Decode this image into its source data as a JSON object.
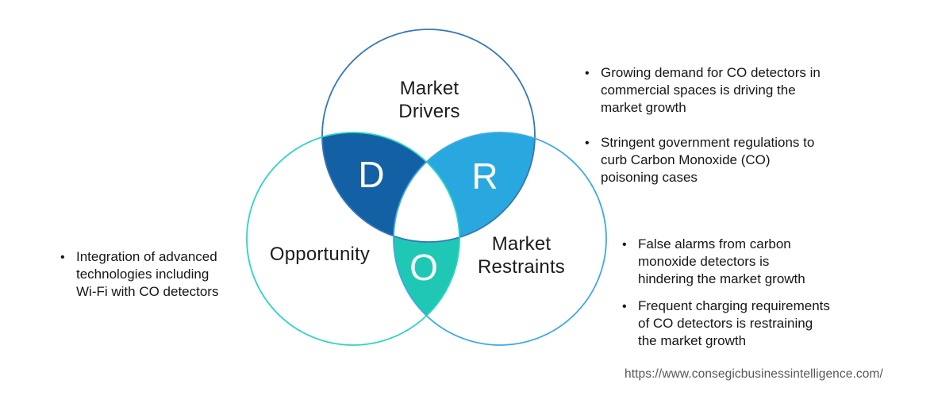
{
  "venn": {
    "center_fill": "#ffffff",
    "top_circle": {
      "label": "Market\nDrivers",
      "stroke": "#3376ba"
    },
    "left_circle": {
      "label": "Opportunity",
      "stroke": "#2bd4c3"
    },
    "right_circle": {
      "label": "Market\nRestraints",
      "stroke": "#3ea8e8"
    },
    "drivers_lens": {
      "letter": "D",
      "fill": "#1460a5"
    },
    "restraints_lens": {
      "letter": "R",
      "fill": "#29a8e0"
    },
    "opportunity_lens": {
      "letter": "O",
      "fill": "#1fc8b4"
    }
  },
  "bullets": {
    "drivers": [
      "Growing demand for CO detectors in\ncommercial spaces is driving the\nmarket growth",
      "Stringent government regulations to\ncurb Carbon Monoxide (CO)\npoisoning cases"
    ],
    "restraints": [
      "False alarms from carbon\nmonoxide detectors is\nhindering the market growth",
      "Frequent charging requirements\nof CO detectors is restraining\nthe market growth"
    ],
    "opportunity": [
      "Integration of advanced\ntechnologies including\nWi-Fi with CO detectors"
    ]
  },
  "footer": {
    "url": "https://www.consegicbusinessintelligence.com/"
  }
}
